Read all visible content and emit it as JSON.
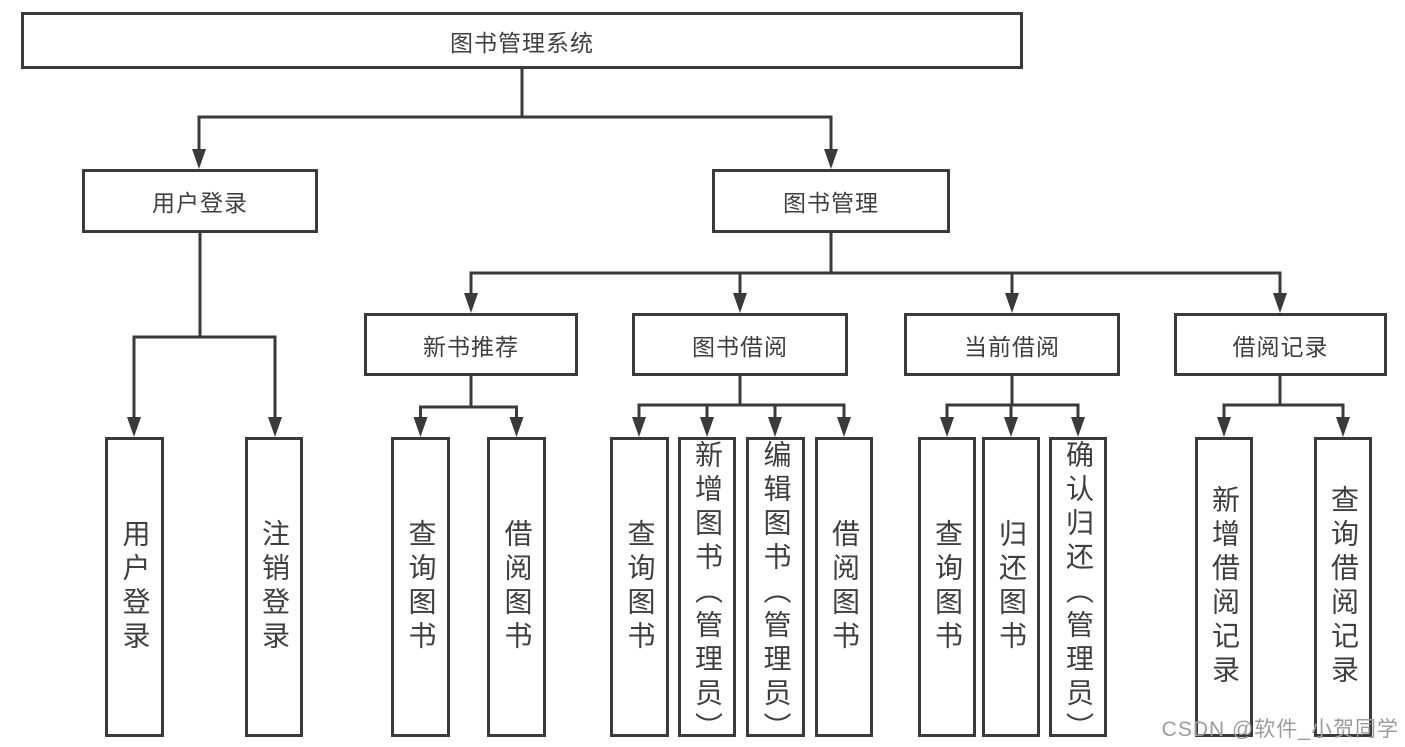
{
  "diagram": {
    "type": "tree",
    "colors": {
      "line": "#3a3a3a",
      "box_border": "#3a3a3a",
      "text": "#3f3f3f",
      "background": "#ffffff",
      "watermark": "#9c9c9c"
    },
    "tree": {
      "label": "图书管理系统",
      "children": [
        {
          "label": "用户登录",
          "children": [
            {
              "label": "用户登录"
            },
            {
              "label": "注销登录"
            }
          ]
        },
        {
          "label": "图书管理",
          "children": [
            {
              "label": "新书推荐",
              "children": [
                {
                  "label": "查询图书"
                },
                {
                  "label": "借阅图书"
                }
              ]
            },
            {
              "label": "图书借阅",
              "children": [
                {
                  "label": "查询图书"
                },
                {
                  "label": "新增图书（管理员）"
                },
                {
                  "label": "编辑图书（管理员）"
                },
                {
                  "label": "借阅图书"
                }
              ]
            },
            {
              "label": "当前借阅",
              "children": [
                {
                  "label": "查询图书"
                },
                {
                  "label": "归还图书"
                },
                {
                  "label": "确认归还（管理员）"
                }
              ]
            },
            {
              "label": "借阅记录",
              "children": [
                {
                  "label": "新增借阅记录"
                },
                {
                  "label": "查询借阅记录"
                }
              ]
            }
          ]
        }
      ]
    },
    "watermark": {
      "text": "CSDN @软件_小贺同学"
    }
  }
}
